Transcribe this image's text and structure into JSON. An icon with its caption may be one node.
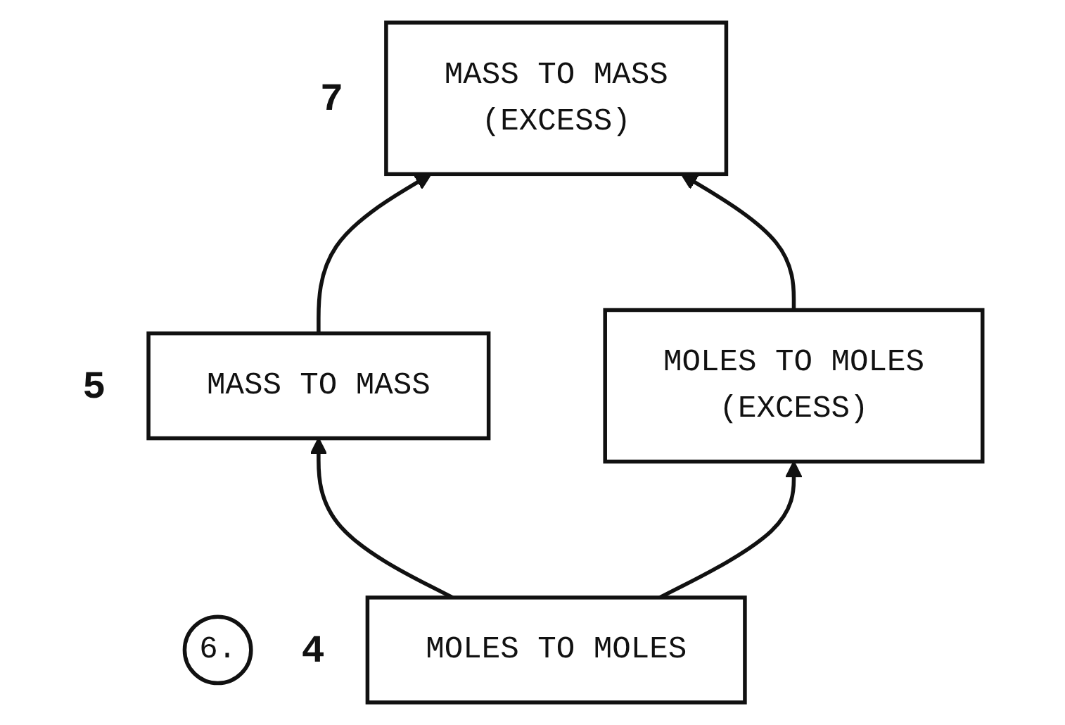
{
  "diagram": {
    "nodes": [
      {
        "text": [
          "MASS TO MASS",
          "(EXCESS)"
        ],
        "beside": [
          "7"
        ]
      },
      {
        "text": [
          "6."
        ]
      },
      {
        "text": [
          "MOLES TO MOLES",
          "(EXCESS)"
        ]
      },
      {
        "text": [
          "MASS TO MASS"
        ],
        "beside": [
          "5"
        ]
      },
      {
        "text": [
          "MOLES TO MOLES"
        ],
        "beside": [
          "4"
        ]
      }
    ],
    "edges": [
      {
        "from": 4,
        "to": 3,
        "arrow": "to"
      },
      {
        "from": 3,
        "to": 0,
        "arrow": "to"
      },
      {
        "from": 4,
        "to": 2,
        "arrow": "to"
      },
      {
        "from": 2,
        "to": 0,
        "arrow": "to"
      }
    ]
  }
}
